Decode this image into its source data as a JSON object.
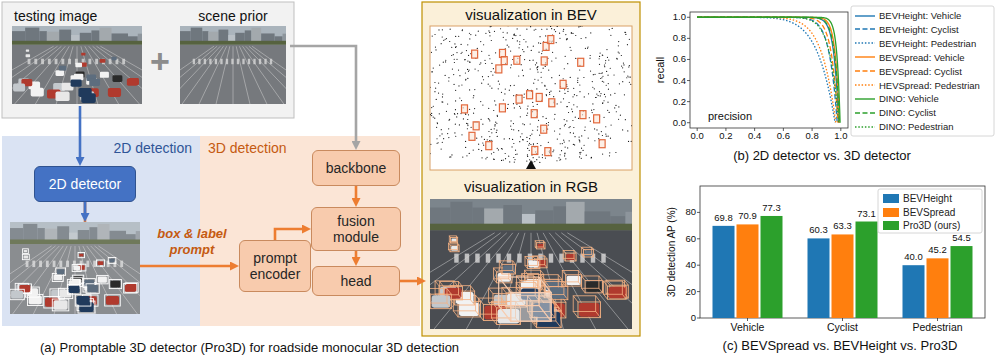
{
  "diagram": {
    "nodes": [
      {
        "text": [
          "testing image"
        ]
      },
      {
        "text": [
          "scene prior"
        ]
      },
      {
        "text": [
          "2D detection"
        ]
      },
      {
        "text": [
          "2D detector"
        ],
        "in": 2
      },
      {
        "text": [
          "3D detection"
        ]
      },
      {
        "text": [
          "backbone"
        ],
        "in": 4
      },
      {
        "text": [
          "prompt encoder"
        ],
        "in": 4
      },
      {
        "text": [
          "fusion module"
        ],
        "in": 4
      },
      {
        "text": [
          "head"
        ],
        "in": 4
      },
      {
        "text": [
          "visualization in BEV"
        ]
      },
      {
        "text": [
          "visualization in RGB"
        ]
      }
    ],
    "edges": [
      {
        "from": 0,
        "to": 3,
        "arrow": "to"
      },
      {
        "from": 1,
        "to": 5,
        "arrow": "to"
      },
      {
        "from": 3,
        "to": 6,
        "label": "box & label prompt",
        "arrow": "to"
      },
      {
        "from": 5,
        "to": 7,
        "arrow": "to"
      },
      {
        "from": 6,
        "to": 7,
        "arrow": "to"
      },
      {
        "from": 7,
        "to": 8,
        "arrow": "to"
      },
      {
        "from": 8,
        "to": 10,
        "arrow": "to"
      }
    ],
    "labels": [
      "+",
      "(a) Promptable 3D detector (Pro3D) for roadside monocular 3D detection",
      "recall",
      "precision",
      "0.0",
      "0.2",
      "0.4",
      "0.6",
      "0.8",
      "1.0",
      "0.0",
      "0.2",
      "0.4",
      "0.6",
      "0.8",
      "1.0",
      "(b) 2D detector vs. 3D detector",
      "3D detection AP (%)",
      "0",
      "20",
      "40",
      "60",
      "80",
      "69.8",
      "70.9",
      "77.3",
      "60.3",
      "63.3",
      "73.1",
      "40.0",
      "45.2",
      "54.5",
      "Vehicle",
      "Cyclist",
      "Pedestrian",
      "(c) BEVSpread vs. BEVHeight vs. Pro3D"
    ],
    "legend": [
      {
        "text": "BEVHeight: Vehicle"
      },
      {
        "text": "BEVHeight: Cyclist"
      },
      {
        "text": "BEVHeight: Pedestrian"
      },
      {
        "text": "BEVSpread: Vehicle"
      },
      {
        "text": "BEVSpread: Cyclist"
      },
      {
        "text": "HEVSpread: Pedestrian"
      },
      {
        "text": "DINO: Vehicle"
      },
      {
        "text": "DINO: Cyclist"
      },
      {
        "text": "DINO: Pedestrian"
      },
      {
        "text": "BEVHeight",
        "color": "#1f77b4"
      },
      {
        "text": "BEVSpread",
        "color": "#ff7f0e"
      },
      {
        "text": "Pro3D (ours)",
        "color": "#2ca02c"
      }
    ]
  }
}
